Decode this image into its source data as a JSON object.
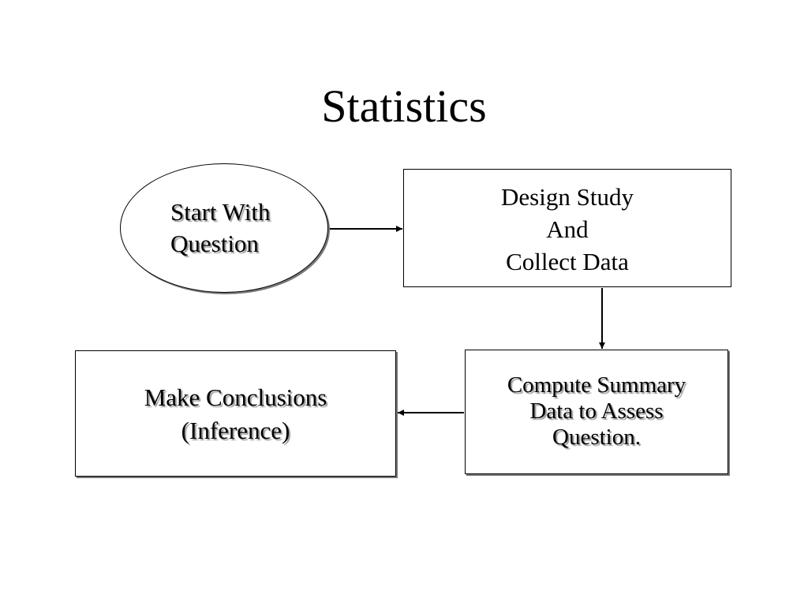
{
  "title": "Statistics",
  "nodes": {
    "start": {
      "lines": [
        "Start With",
        "Question"
      ]
    },
    "design": {
      "lines": [
        "Design Study",
        "And",
        "Collect Data"
      ]
    },
    "compute": {
      "lines": [
        "Compute Summary",
        "Data to Assess",
        "Question."
      ]
    },
    "conclude": {
      "lines": [
        "Make Conclusions",
        "(Inference)"
      ]
    }
  },
  "edges": [
    {
      "from": "start",
      "to": "design"
    },
    {
      "from": "design",
      "to": "compute"
    },
    {
      "from": "compute",
      "to": "conclude"
    }
  ]
}
